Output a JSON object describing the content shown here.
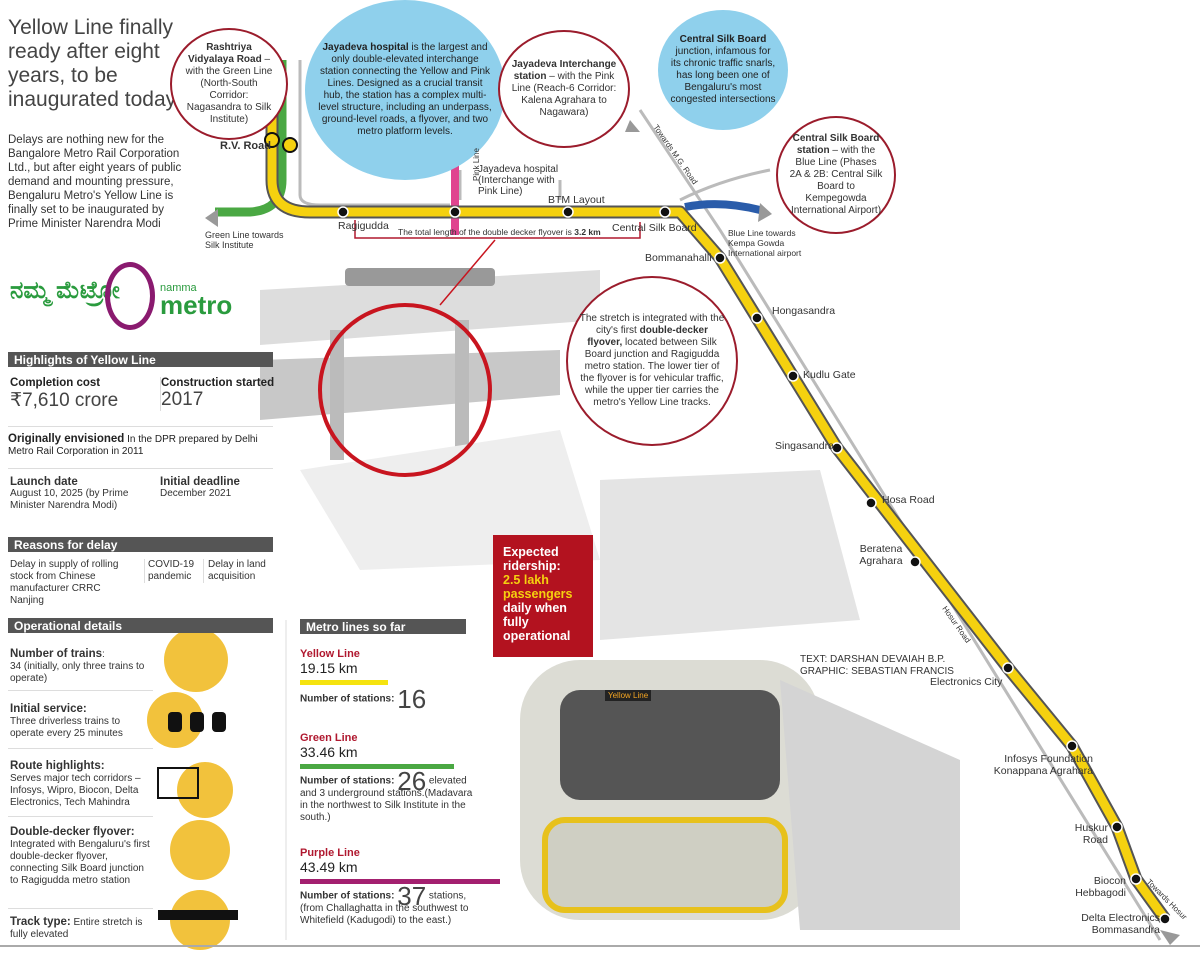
{
  "headline": "Yellow Line finally ready after eight years, to be inaugurated today",
  "intro": "Delays are nothing new for the Bangalore Metro Rail Corporation Ltd., but after eight years of public demand and mounting pressure, Bengaluru Metro's Yellow Line is finally set to be inaugurated by Prime Minister Narendra Modi",
  "logo": {
    "kannada": "ನಮ್ಮ ಮೆಟ್ರೋ",
    "english_small": "namma",
    "english": "metro"
  },
  "callouts": {
    "rv_road": {
      "bold": "Rashtriya Vidyalaya Road",
      "text": " – with the Green Line (North-South Corridor: Nagasandra to Silk Institute)"
    },
    "jayadeva_hospital": {
      "bold": "Jayadeva hospital",
      "text": " is the largest and only double-elevated interchange station connecting the Yellow and Pink Lines. Designed as a crucial transit hub, the station has a complex multi-level structure, including an underpass, ground-level roads, a flyover, and two metro platform levels."
    },
    "jayadeva_interchange": {
      "bold": "Jayadeva Interchange station",
      "text": " – with the Pink Line (Reach-6 Corridor: Kalena Agrahara to Nagawara)"
    },
    "silk_board_junction": {
      "bold": "Central Silk Board",
      "text": " junction, infamous for its chronic traffic snarls, has long been one of Bengaluru's most congested intersections"
    },
    "silk_board_station": {
      "bold": "Central Silk Board station",
      "text": " – with the Blue Line (Phases 2A & 2B: Central Silk Board to Kempegowda International Airport)"
    },
    "flyover": {
      "pre": "The stretch is integrated with the city's first ",
      "bold": "double-decker flyover,",
      "text": " located between Silk Board junction and Ragigudda metro station. The lower tier of the flyover is for vehicular traffic, while the upper tier carries the metro's Yellow Line tracks."
    }
  },
  "map": {
    "rv_road": "R.V. Road",
    "green_towards": "Green Line towards Silk Institute",
    "pink_line": "Pink Line",
    "jayadeva_label": "Jayadeva hospital (Interchange with Pink Line)",
    "towards_mg": "Towards M.G. Road",
    "blue_towards": "Blue Line towards Kempa Gowda International airport",
    "towards_hosur": "Towards Hosur",
    "hosur_road": "Hosur Road",
    "flyover_note_pre": "The total length of the double decker flyover is ",
    "flyover_note_km": "3.2 km",
    "stations": [
      "Ragigudda",
      "BTM Layout",
      "Central Silk Board",
      "Bommanahalli",
      "Hongasandra",
      "Kudlu Gate",
      "Singasandra",
      "Hosa Road",
      "Beratena Agrahara",
      "Electronics City",
      "Infosys Foundation Konappana Agrahara",
      "Huskur Road",
      "Biocon Hebbagodi",
      "Delta Electronics Bommasandra"
    ],
    "colors": {
      "yellow": "#f5d10f",
      "green": "#4aa843",
      "pink": "#e0448f",
      "blue": "#2a5caa"
    }
  },
  "highlights": {
    "header": "Highlights of Yellow Line",
    "cost_label": "Completion cost",
    "cost": "₹7,610 crore",
    "started_label": "Construction started",
    "started": "2017",
    "envisioned_label": "Originally envisioned",
    "envisioned": " In the DPR prepared by Delhi Metro Rail Corporation in 2011",
    "launch_label": "Launch date",
    "launch": "August 10, 2025 (by Prime Minister Narendra Modi)",
    "deadline_label": "Initial deadline",
    "deadline": "December 2021"
  },
  "delay": {
    "header": "Reasons for delay",
    "reasons": [
      "Delay in supply of rolling stock from Chinese manufacturer CRRC Nanjing",
      "COVID-19 pandemic",
      "Delay in land acquisition"
    ]
  },
  "operational": {
    "header": "Operational details",
    "items": [
      {
        "label": "Number of trains",
        "sep": ":",
        "text": "34 (initially, only three trains to operate)"
      },
      {
        "label": "Initial service:",
        "sep": "",
        "text": "Three driverless trains to operate every 25 minutes"
      },
      {
        "label": "Route highlights:",
        "sep": "",
        "text": "Serves major tech corridors – Infosys, Wipro, Biocon, Delta Electronics, Tech Mahindra"
      },
      {
        "label": "Double-decker flyover:",
        "sep": "",
        "text": "Integrated with Bengaluru's first double-decker flyover, connecting Silk Board junction to Ragigudda metro station"
      },
      {
        "label": "Track type:",
        "sep": "",
        "text": " Entire stretch is fully elevated"
      }
    ]
  },
  "metro_lines": {
    "header": "Metro lines  so far",
    "stations_label": "Number of stations:",
    "lines": [
      {
        "name": "Yellow Line",
        "km": "19.15 km",
        "stations": "16",
        "note": "",
        "color": "#f5e30f",
        "length_km": 19.15
      },
      {
        "name": "Green Line",
        "km": "33.46 km",
        "stations": "26",
        "note": " elevated and 3 underground stations.(Madavara in the northwest to Silk Institute in the south.)",
        "color": "#4aa843",
        "length_km": 33.46
      },
      {
        "name": "Purple Line",
        "km": "43.49 km",
        "stations": "37",
        "note": " stations, (from Challaghatta in the southwest to Whitefield (Kadugodi) to the east.)",
        "color": "#a3206f",
        "length_km": 43.49
      }
    ]
  },
  "ridership": {
    "pre": "Expected ridership:",
    "highlight": "2.5 lakh passengers",
    "post": "daily when fully operational"
  },
  "credits": {
    "text": "TEXT: DARSHAN DEVAIAH B.P.",
    "graphic": "GRAPHIC: SEBASTIAN FRANCIS"
  },
  "train_display": "Yellow Line"
}
